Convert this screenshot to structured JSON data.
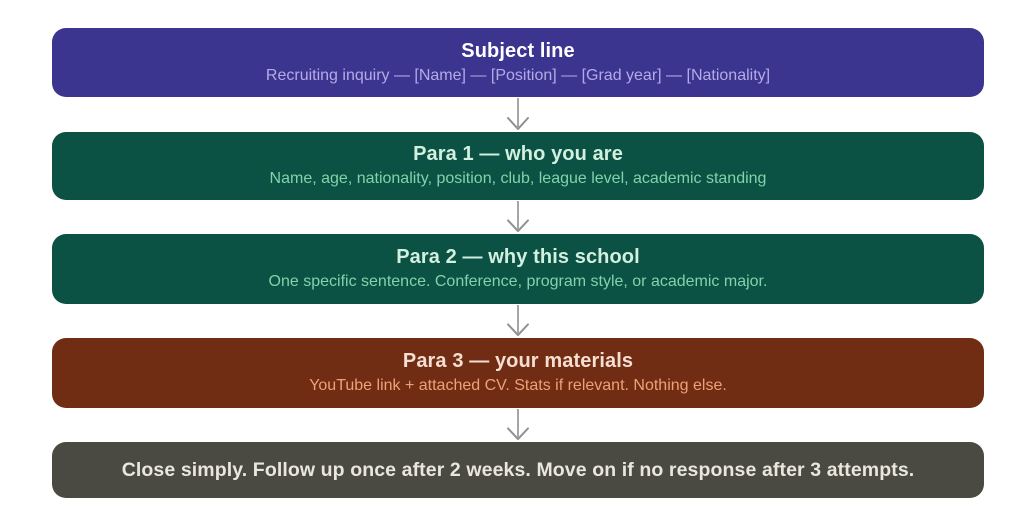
{
  "diagram": {
    "background_color": "#ffffff",
    "arrow_color": "#909090",
    "boxes": [
      {
        "id": "subject-line",
        "title": "Subject line",
        "subtitle": "Recruiting inquiry — [Name] — [Position] — [Grad year] — [Nationality]",
        "bg": "#3c3590",
        "title_color": "#ffffff",
        "subtitle_color": "#b4abe6"
      },
      {
        "id": "para-1",
        "title": "Para 1 — who you are",
        "subtitle": "Name, age, nationality, position, club, league level, academic standing",
        "bg": "#0b5144",
        "title_color": "#d2efe0",
        "subtitle_color": "#81d3aa"
      },
      {
        "id": "para-2",
        "title": "Para 2 — why this school",
        "subtitle": "One specific sentence. Conference, program style, or academic major.",
        "bg": "#0b5144",
        "title_color": "#d2efe0",
        "subtitle_color": "#81d3aa"
      },
      {
        "id": "para-3",
        "title": "Para 3 — your materials",
        "subtitle": "YouTube link + attached CV. Stats if relevant. Nothing else.",
        "bg": "#702d13",
        "title_color": "#f6ded2",
        "subtitle_color": "#f0a078"
      },
      {
        "id": "close",
        "title": "Close simply. Follow up once after 2 weeks. Move on if no response after 3 attempts.",
        "bg": "#4a4942",
        "title_color": "#e9e7db"
      }
    ]
  }
}
